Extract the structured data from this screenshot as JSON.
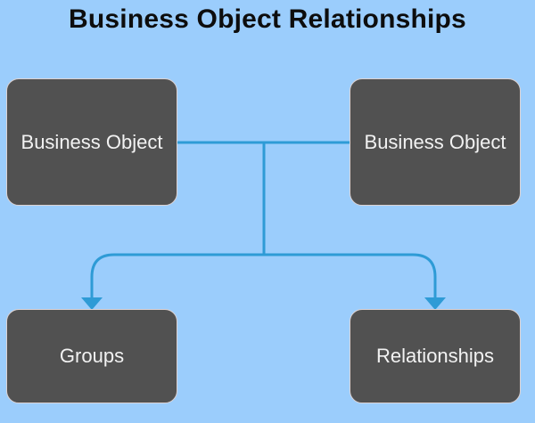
{
  "title": "Business Object Relationships",
  "nodes": {
    "top_left": {
      "label": "Business Object"
    },
    "top_right": {
      "label": "Business Object"
    },
    "bottom_left": {
      "label": "Groups"
    },
    "bottom_right": {
      "label": "Relationships"
    }
  },
  "colors": {
    "background": "#9BCDFC",
    "title_text": "#0D0D0D",
    "node_fill": "#515151",
    "node_border": "#DCD2D2",
    "node_text": "#F2F2F2",
    "connector": "#2E9BD6"
  }
}
